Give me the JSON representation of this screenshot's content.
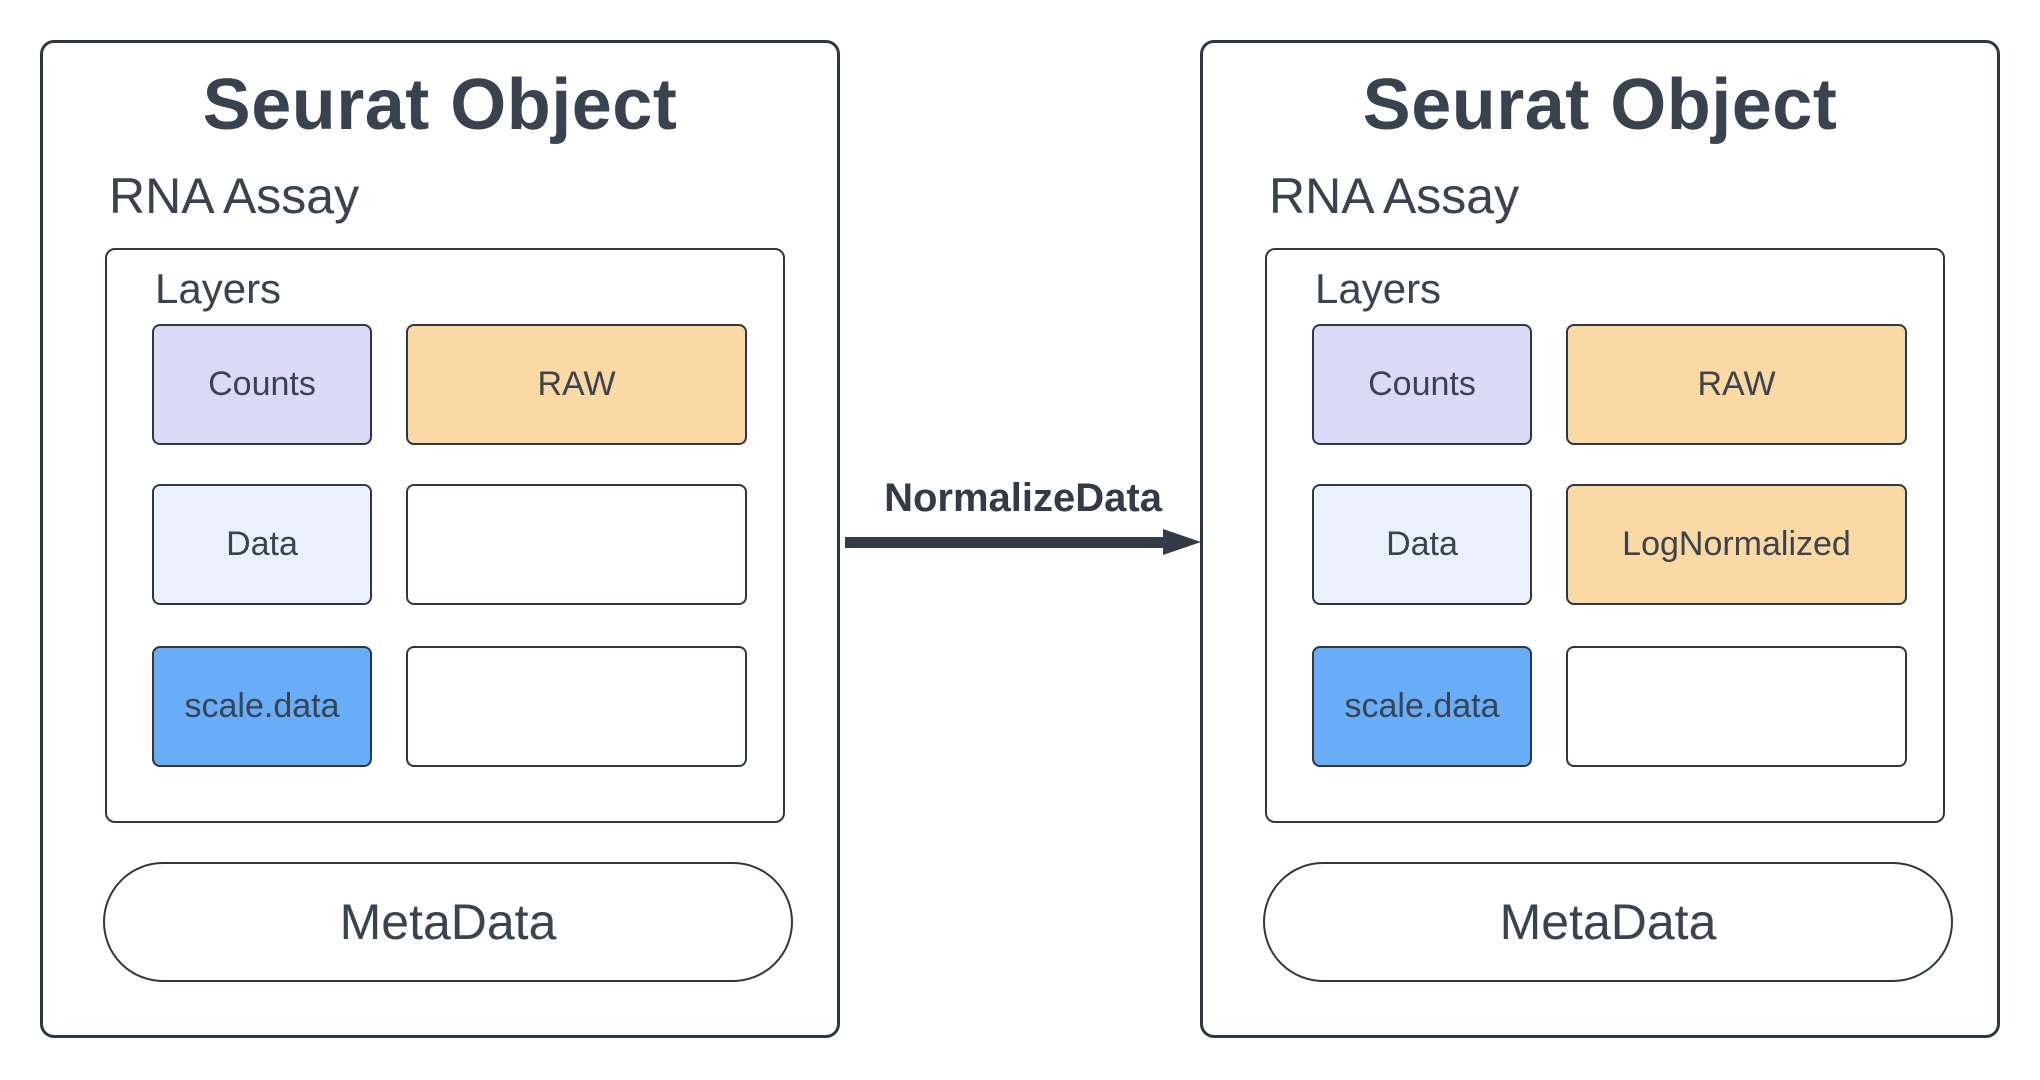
{
  "diagram": {
    "background": "#ffffff",
    "arrow": {
      "label": "NormalizeData",
      "color": "#333B47"
    },
    "palette": {
      "stroke": "#2F3842",
      "text": "#3A4350",
      "counts_fill": "#DCD9F6",
      "raw_fill": "#FAD9A3",
      "data_fill": "#EAF1FB",
      "scale_fill": "#67ADF8",
      "empty_fill": "#FFFFFF"
    }
  },
  "panels": [
    {
      "title": "Seurat Object",
      "assay": "RNA Assay",
      "layers_title": "Layers",
      "metadata": "MetaData",
      "cells": [
        {
          "label": "Counts",
          "fill": "#DCD9F6"
        },
        {
          "label": "RAW",
          "fill": "#FAD9A3"
        },
        {
          "label": "Data",
          "fill": "#EAF1FB"
        },
        {
          "label": "",
          "fill": "#FFFFFF"
        },
        {
          "label": "scale.data",
          "fill": "#67ADF8"
        },
        {
          "label": "",
          "fill": "#FFFFFF"
        }
      ]
    },
    {
      "title": "Seurat Object",
      "assay": "RNA Assay",
      "layers_title": "Layers",
      "metadata": "MetaData",
      "cells": [
        {
          "label": "Counts",
          "fill": "#DCD9F6"
        },
        {
          "label": "RAW",
          "fill": "#FAD9A3"
        },
        {
          "label": "Data",
          "fill": "#EAF1FB"
        },
        {
          "label": "LogNormalized",
          "fill": "#FAD9A3"
        },
        {
          "label": "scale.data",
          "fill": "#67ADF8"
        },
        {
          "label": "",
          "fill": "#FFFFFF"
        }
      ]
    }
  ]
}
